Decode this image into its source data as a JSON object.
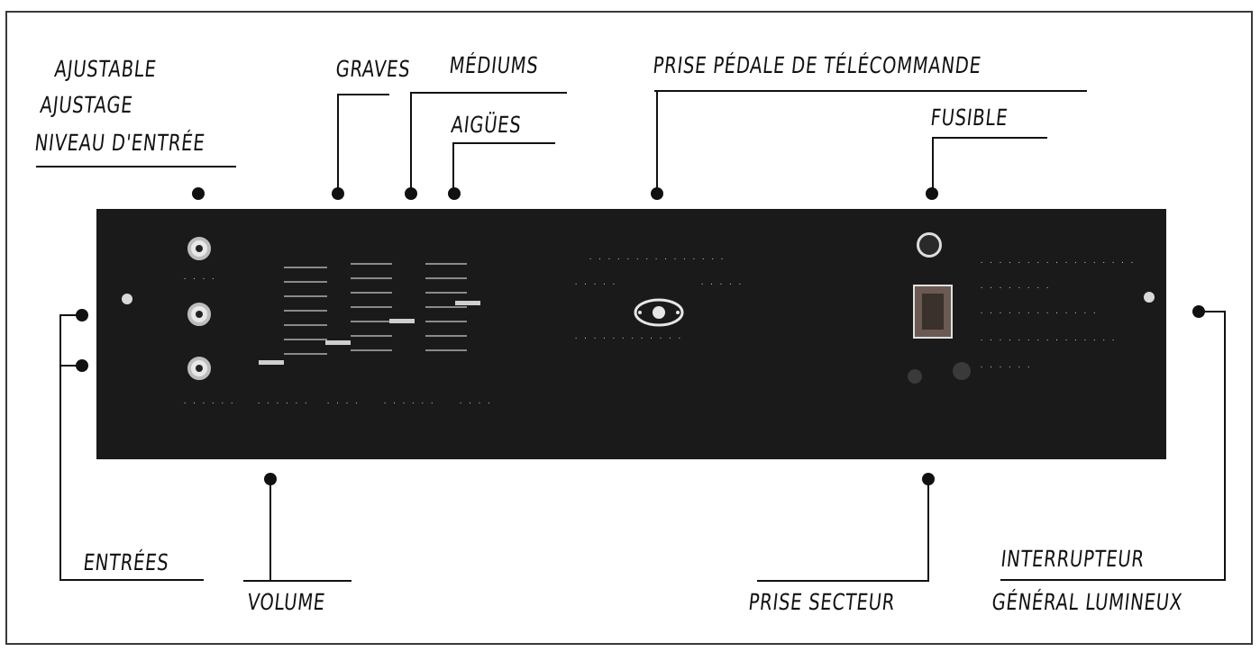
{
  "labels": {
    "ajustable_1": "AJUSTABLE",
    "ajustable_2": "AJUSTAGE",
    "ajustable_3": "NIVEAU D'ENTRÉE",
    "graves": "GRAVES",
    "mediums": "MÉDIUMS",
    "aigues": "AIGÜES",
    "prise_pedale": "PRISE PÉDALE DE TÉLÉCOMMANDE",
    "fusible": "FUSIBLE",
    "entrees": "ENTRÉES",
    "volume": "VOLUME",
    "prise_secteur": "PRISE SECTEUR",
    "interrupteur_1": "INTERRUPTEUR",
    "interrupteur_2": "GÉNÉRAL LUMINEUX"
  },
  "colors": {
    "ink": "#111111",
    "panel": "#1a1a1a",
    "panel_text": "#d8d8d8"
  }
}
